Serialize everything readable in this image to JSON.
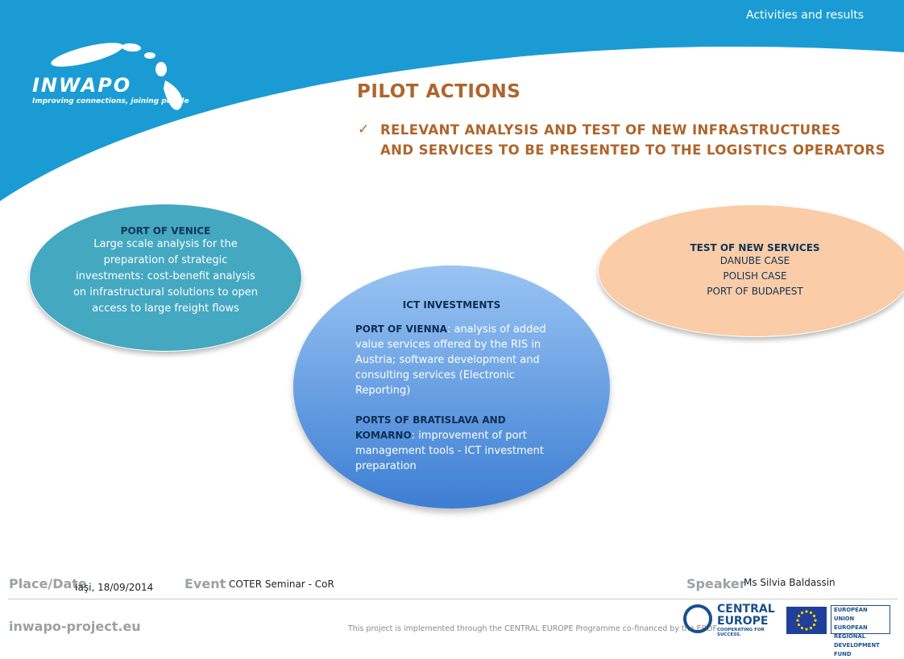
{
  "header": {
    "section_label": "Activities and results"
  },
  "logo": {
    "wordmark": "INWAPO",
    "tagline": "Improving connections, joining people"
  },
  "slide": {
    "title": "PILOT ACTIONS",
    "subtitle_line1": "RELEVANT ANALYSIS AND TEST OF NEW INFRASTRUCTURES",
    "subtitle_line2": "AND SERVICES TO BE PRESENTED TO THE LOGISTICS OPERATORS"
  },
  "venice": {
    "title": "PORT OF VENICE",
    "body": "Large scale analysis for the preparation of strategic investments: cost-benefit analysis on infrastructural solutions to open access to large freight flows"
  },
  "ict": {
    "title": "ICT INVESTMENTS",
    "vienna_lead": "PORT OF VIENNA",
    "vienna_text": ": analysis of added value services offered by the RIS in Austria; software development and consulting services (Electronic Reporting)",
    "bratislava_lead": "PORTS OF BRATISLAVA AND KOMARNO",
    "bratislava_text": ": improvement of port management tools - ICT investment preparation"
  },
  "services": {
    "title": "TEST OF NEW SERVICES",
    "items": [
      "DANUBE CASE",
      "POLISH CASE",
      "PORT OF BUDAPEST"
    ]
  },
  "footer": {
    "place_date_label": "Place/Date",
    "place_date_value": "Iaşi, 18/09/2014",
    "event_label": "Event",
    "event_value": "COTER Seminar - CoR",
    "speaker_label": "Speaker",
    "speaker_value": "Ms Silvia Baldassin",
    "website": "inwapo-project.eu",
    "programme_note": "This project is implemented through the CENTRAL EUROPE Programme co-financed by the ERDF",
    "ce_logo_line1": "CENTRAL",
    "ce_logo_line2": "EUROPE",
    "ce_logo_tag": "COOPERATING FOR SUCCESS.",
    "eu_line1": "EUROPEAN UNION",
    "eu_line2": "EUROPEAN REGIONAL",
    "eu_line3": "DEVELOPMENT FUND"
  },
  "colors": {
    "header_blue": "#1b9bd3",
    "title_brown": "#b0642b",
    "venice_teal": "#44a8c1",
    "services_peach": "#facca7",
    "ict_blue": "#3d7ed3"
  }
}
